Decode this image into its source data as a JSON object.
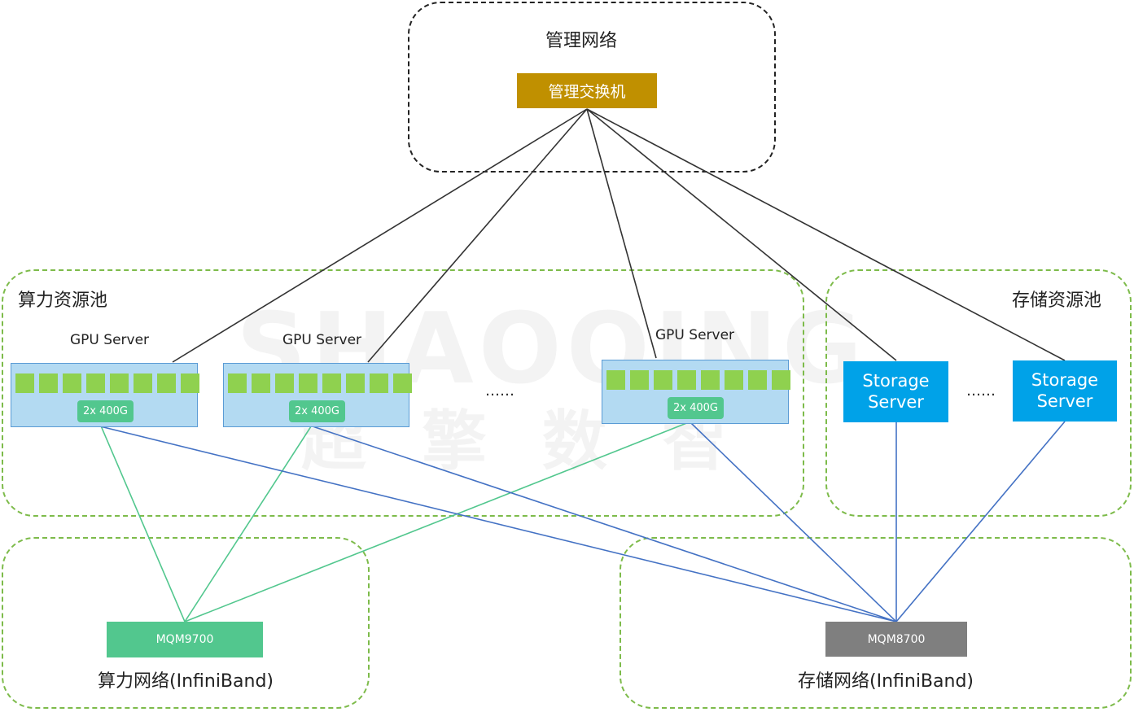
{
  "mgmt": {
    "zone_title": "管理网络",
    "switch_label": "管理交换机",
    "switch_color": "#c09000"
  },
  "compute": {
    "zone_title": "算力资源池",
    "servers": [
      {
        "title": "GPU Server",
        "port_label": "2x 400G"
      },
      {
        "title": "GPU Server",
        "port_label": "2x 400G"
      },
      {
        "title": "GPU Server",
        "port_label": "2x 400G"
      }
    ],
    "ellipsis": "……"
  },
  "storage": {
    "zone_title": "存储资源池",
    "servers": [
      {
        "label": "Storage Server"
      },
      {
        "label": "Storage Server"
      }
    ],
    "ellipsis": "……",
    "server_color": "#00a2e8"
  },
  "compute_net": {
    "switch_label": "MQM9700",
    "zone_title": "算力网络(InfiniBand)",
    "switch_color": "#52c78e"
  },
  "storage_net": {
    "switch_label": "MQM8700",
    "zone_title": "存储网络(InfiniBand)",
    "switch_color": "#7f7f7f"
  },
  "watermark": {
    "latin": "SHAOQING",
    "chinese": "超 擎 数 智"
  },
  "colors": {
    "mgmt_link": "#333333",
    "compute_link": "#52c78e",
    "storage_link": "#4472c4"
  }
}
